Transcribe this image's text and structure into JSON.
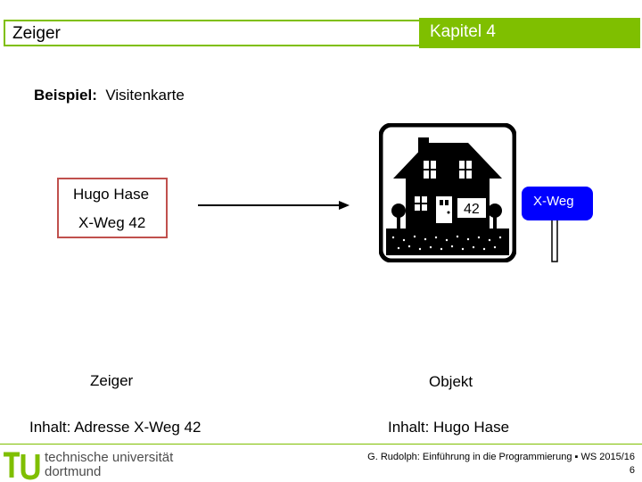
{
  "header": {
    "title": "Zeiger",
    "chapter": "Kapitel 4"
  },
  "example": {
    "label": "Beispiel:",
    "text": "Visitenkarte"
  },
  "card": {
    "name": "Hugo Hase",
    "address": "X-Weg 42"
  },
  "house": {
    "number": "42",
    "street_sign": "X-Weg"
  },
  "labels": {
    "pointer": "Zeiger",
    "object": "Objekt",
    "pointer_content": "Inhalt: Adresse X-Weg 42",
    "object_content": "Inhalt: Hugo Hase"
  },
  "footer": {
    "university_line1": "technische universität",
    "university_line2": "dortmund",
    "credit": "G. Rudolph: Einführung in die Programmierung ▪ WS 2015/16",
    "page": "6"
  },
  "colors": {
    "accent_green": "#7fbf00",
    "card_border": "#c0504d",
    "sign_blue": "#0000ff"
  }
}
